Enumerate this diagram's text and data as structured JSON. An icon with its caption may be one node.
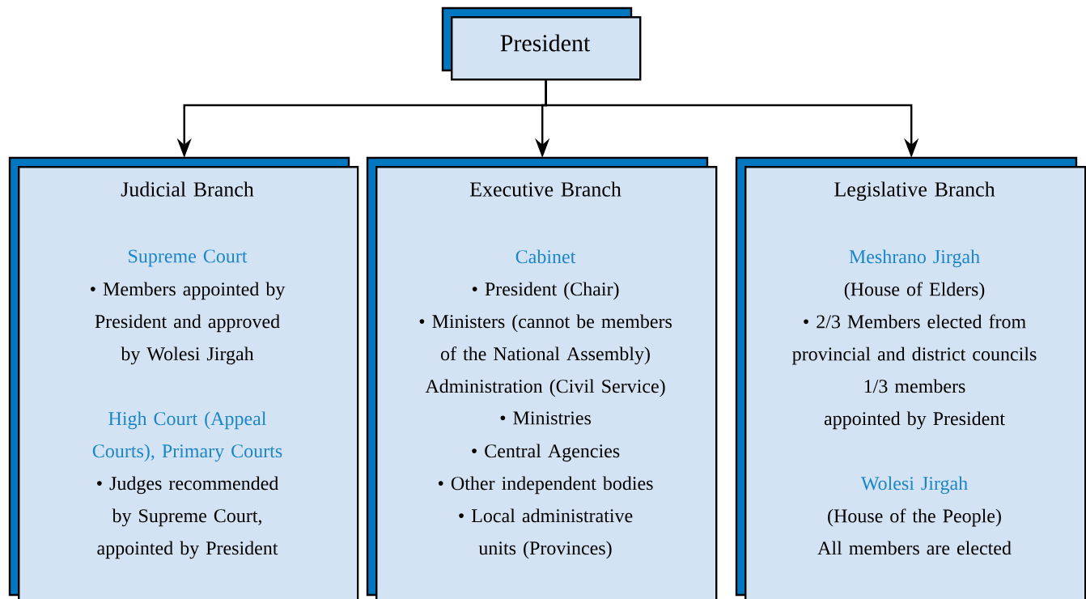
{
  "diagram": {
    "nodes": [
      {
        "text": [
          "President"
        ]
      },
      {
        "text": [
          "Judicial Branch",
          "Supreme Court",
          "• Members appointed by President and approved by Wolesi Jirgah",
          "High Court (Appeal Courts), Primary Courts",
          "• Judges recommended by Supreme Court, appointed by President"
        ]
      },
      {
        "text": [
          "Executive Branch",
          "Cabinet",
          "• President (Chair)",
          "• Ministers (cannot be members of the National Assembly)",
          "Administration (Civil Service)",
          "• Ministries",
          "• Central Agencies",
          "• Other independent bodies",
          "• Local administrative units (Provinces)"
        ]
      },
      {
        "text": [
          "Legislative Branch",
          "Meshrano Jirgah",
          "(House of Elders)",
          "• 2/3 Members elected from provincial and district councils",
          "1/3 members appointed by President",
          "Wolesi Jirgah",
          "(House of the People)",
          "All members are elected"
        ]
      }
    ],
    "edges": [
      {
        "from": 0,
        "to": 1,
        "arrow": "to"
      },
      {
        "from": 0,
        "to": 2,
        "arrow": "to"
      },
      {
        "from": 0,
        "to": 3,
        "arrow": "to"
      }
    ]
  }
}
